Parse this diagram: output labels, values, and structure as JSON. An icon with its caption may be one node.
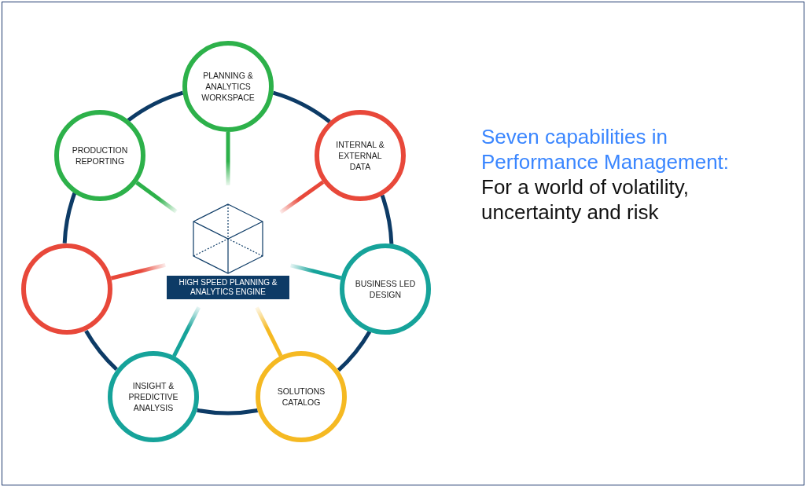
{
  "diagram": {
    "title": "Seven capabilities in Performance Management:",
    "caption": "For a world of volatility, uncertainty and risk",
    "nodes": [
      {
        "text": [
          "PLANNING & ANALYTICS WORKSPACE"
        ]
      },
      {
        "text": [
          "INTERNAL & EXTERNAL DATA"
        ]
      },
      {
        "text": [
          "BUSINESS LED DESIGN"
        ]
      },
      {
        "text": [
          "SOLUTIONS CATALOG"
        ]
      },
      {
        "text": [
          "INSIGHT & PREDICTIVE ANALYSIS"
        ]
      },
      {
        "text": [],
        "shape": "circle"
      },
      {
        "text": [
          "PRODUCTION REPORTING"
        ]
      },
      {
        "text": [
          "HIGH SPEED PLANNING & ANALYTICS ENGINE"
        ]
      }
    ],
    "edges": [
      {
        "from": 0,
        "to": 1,
        "arrow": "none",
        "color": "#0d3b66"
      },
      {
        "from": 1,
        "to": 2,
        "arrow": "none",
        "color": "#0d3b66"
      },
      {
        "from": 2,
        "to": 3,
        "arrow": "none",
        "color": "#0d3b66"
      },
      {
        "from": 3,
        "to": 4,
        "arrow": "none",
        "color": "#0d3b66"
      },
      {
        "from": 4,
        "to": 5,
        "arrow": "none",
        "color": "#0d3b66"
      },
      {
        "from": 5,
        "to": 6,
        "arrow": "none",
        "color": "#0d3b66"
      },
      {
        "from": 6,
        "to": 0,
        "arrow": "none",
        "color": "#0d3b66"
      },
      {
        "from": 0,
        "to": 7,
        "arrow": "none",
        "color": "#2db14a"
      },
      {
        "from": 1,
        "to": 7,
        "arrow": "none",
        "color": "#e8483a"
      },
      {
        "from": 2,
        "to": 7,
        "arrow": "none",
        "color": "#16a39a"
      },
      {
        "from": 3,
        "to": 7,
        "arrow": "none",
        "color": "#f5b922"
      },
      {
        "from": 4,
        "to": 7,
        "arrow": "none",
        "color": "#16a39a"
      },
      {
        "from": 5,
        "to": 7,
        "arrow": "none",
        "color": "#e8483a"
      },
      {
        "from": 6,
        "to": 7,
        "arrow": "none",
        "color": "#2db14a"
      }
    ]
  }
}
